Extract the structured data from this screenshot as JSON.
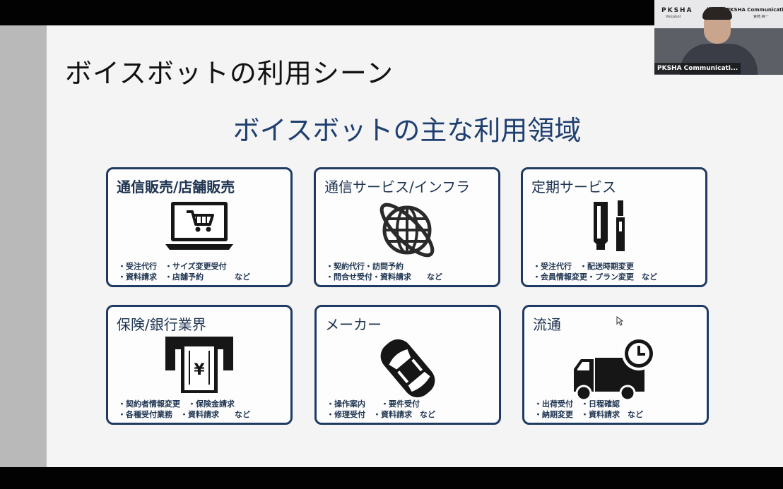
{
  "slide": {
    "title": "ボイスボットの利用シーン",
    "subtitle": "ボイスボットの主な利用領域",
    "cards": [
      {
        "title": "通信販売/店舗販売",
        "icon": "laptop-cart-icon",
        "bullets": "・受注代行　・サイズ変更受付\n・資料請求　・店舗予約　　　　など"
      },
      {
        "title": "通信サービス/インフラ",
        "icon": "globe-icon",
        "bullets": "・契約代行・訪問予約\n・問合せ受付・資料請求　　など"
      },
      {
        "title": "定期サービス",
        "icon": "cosmetics-icon",
        "bullets": "・受注代行　・配送時期変更\n・会員情報変更・プラン変更　など"
      },
      {
        "title": "保険/銀行業界",
        "icon": "atm-banknote-icon",
        "bullets": "・契約者情報変更　・保険金請求\n・各種受付業務　・資料請求　　など"
      },
      {
        "title": "メーカー",
        "icon": "car-icon",
        "bullets": "・操作案内　　・要件受付\n・修理受付　・資料請求　など"
      },
      {
        "title": "流通",
        "icon": "delivery-truck-clock-icon",
        "bullets": "・出荷受付　・日程確認\n・納期変更　・資料請求　など"
      }
    ]
  },
  "webcam": {
    "logo": "PKSHA",
    "logo_sub": "Voicebot",
    "company": "株式会社PKSHA Communication",
    "person": "宮崎 純一",
    "participant_label": "PKSHA Communicati..."
  },
  "colors": {
    "card_border": "#1f3b63",
    "subtitle": "#1f3f70",
    "sidebar": "#b9b9b9"
  }
}
